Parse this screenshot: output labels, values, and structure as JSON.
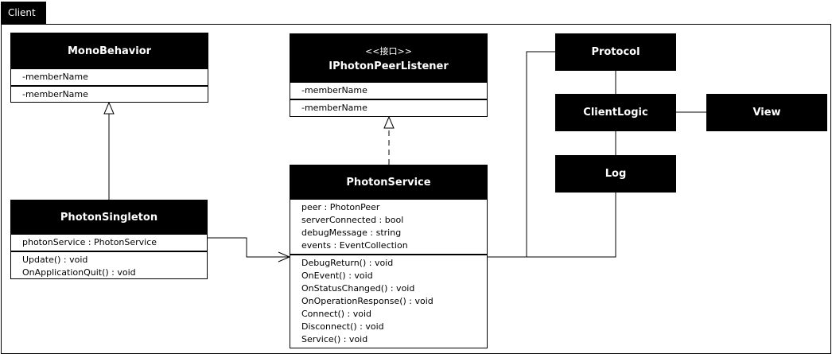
{
  "frame": {
    "tab_label": "Client"
  },
  "classes": {
    "mono": {
      "name": "MonoBehavior",
      "attributes": [
        "-memberName"
      ],
      "operations": [
        "-memberName"
      ]
    },
    "listener": {
      "stereotype": "<<接口>>",
      "name": "IPhotonPeerListener",
      "attributes": [
        "-memberName"
      ],
      "operations": [
        "-memberName"
      ]
    },
    "singleton": {
      "name": "PhotonSingleton",
      "attributes": [
        "photonService : PhotonService"
      ],
      "operations": [
        "Update() : void",
        "OnApplicationQuit() : void"
      ]
    },
    "service": {
      "name": "PhotonService",
      "attributes": [
        "peer : PhotonPeer",
        "serverConnected : bool",
        "debugMessage : string",
        "events : EventCollection"
      ],
      "operations": [
        "DebugReturn() : void",
        "OnEvent() : void",
        "OnStatusChanged() : void",
        "OnOperationResponse() : void",
        "Connect() : void",
        "Disconnect() : void",
        "Service() : void"
      ]
    }
  },
  "boxes": {
    "protocol": "Protocol",
    "clientlogic": "ClientLogic",
    "view": "View",
    "log": "Log"
  },
  "colors": {
    "fill": "#000000",
    "line": "#000000",
    "text_on_fill": "#ffffff"
  }
}
